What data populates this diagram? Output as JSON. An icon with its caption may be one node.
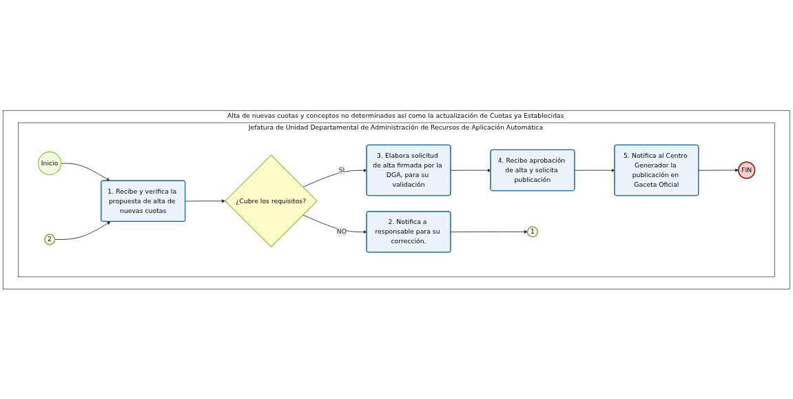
{
  "diagram": {
    "nodes": [
      {
        "text": [
          "Alta de nuevas cuotas y conceptos no determinados así como la actualización de Cuotas ya Establecidas"
        ]
      },
      {
        "text": [
          "Jefatura de Unidad Departamental de Administración de Recursos de Aplicación Automática"
        ],
        "in": 0
      },
      {
        "text": [
          "Inicio"
        ],
        "in": 1
      },
      {
        "text": [
          "1. Recibe y verifica la propuesta de alta de nuevas cuotas"
        ],
        "in": 1
      },
      {
        "text": [
          "¿Cubre los requisitos?"
        ],
        "in": 1
      },
      {
        "text": [
          "3. Elabora solicitud de alta firmada por la DGA, para su validación"
        ],
        "in": 1
      },
      {
        "text": [
          "4. Recibe aprobación de alta y solicita publicación"
        ],
        "in": 1
      },
      {
        "text": [
          "2. Notifica a responsable para su corrección."
        ],
        "in": 1
      },
      {
        "text": [
          "2"
        ],
        "in": 1
      },
      {
        "text": [
          "5. Notifica al Centro Generador la publicación en Gaceta Oficial"
        ],
        "in": 1
      },
      {
        "text": [
          "1"
        ],
        "in": 1
      },
      {
        "text": [
          "FIN"
        ],
        "in": 1
      }
    ],
    "edges": [
      {
        "from": 2,
        "to": 3,
        "arrow": "to"
      },
      {
        "from": 3,
        "to": 4,
        "arrow": "to"
      },
      {
        "from": 4,
        "to": 5,
        "arrow": "to",
        "label": "SI"
      },
      {
        "from": 5,
        "to": 6,
        "arrow": "to"
      },
      {
        "from": 4,
        "to": 7,
        "arrow": "to",
        "label": "NO"
      },
      {
        "from": 8,
        "to": 3,
        "arrow": "to"
      },
      {
        "from": 6,
        "to": 9,
        "arrow": "to"
      },
      {
        "from": 7,
        "to": 10,
        "arrow": "to"
      },
      {
        "from": 9,
        "to": 11,
        "arrow": "to"
      }
    ]
  }
}
